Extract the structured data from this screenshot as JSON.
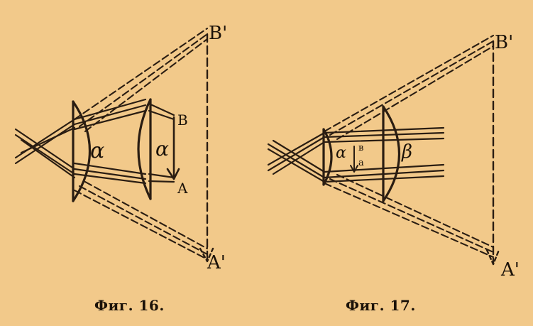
{
  "figures": [
    {
      "caption": "Фиг. 16.",
      "labels": {
        "B_prime": "B'",
        "A_prime": "A'",
        "B": "B",
        "A": "A",
        "lens1": "α",
        "lens2": "α"
      }
    },
    {
      "caption": "Фиг. 17.",
      "labels": {
        "B_prime": "B'",
        "A_prime": "A'",
        "lens1": "α",
        "lens2": "β",
        "b": "в",
        "a": "а"
      }
    }
  ],
  "colors": {
    "paper": "#f2c98a",
    "ink": "#2a1d12"
  }
}
